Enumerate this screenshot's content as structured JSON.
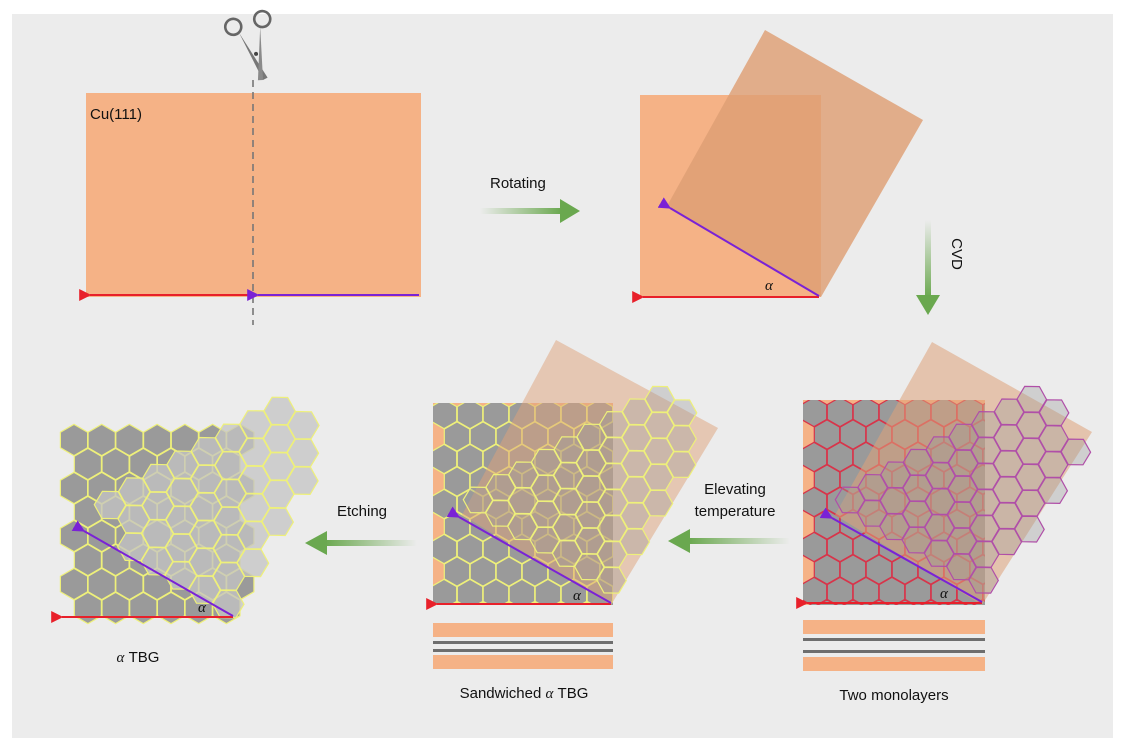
{
  "labels": {
    "substrate": "Cu(111)",
    "rotating": "Rotating",
    "cvd": "CVD",
    "elevating_line1": "Elevating",
    "elevating_line2": "temperature",
    "etching": "Etching",
    "two_monolayers": "Two monolayers",
    "sandwiched_prefix": "Sandwiched",
    "sandwiched_suffix": "TBG",
    "final_suffix": "TBG",
    "angle_symbol": "α"
  },
  "colors": {
    "background": "#ececec",
    "copper": "#f5b286",
    "copper_top": "#e0a37a",
    "graphene_cell": "#9a9a9a",
    "graphene_cell_light": "#c4c4c4",
    "edge_yellow": "#eef07a",
    "edge_red": "#d8344a",
    "edge_purple": "#b04fa8",
    "arrow_green": "#6aa84f",
    "axis_red": "#e8202a",
    "axis_purple": "#7a22d6",
    "layer_gray": "#6e6e6e"
  },
  "icons": {
    "cut_tool": "scissors-icon"
  }
}
